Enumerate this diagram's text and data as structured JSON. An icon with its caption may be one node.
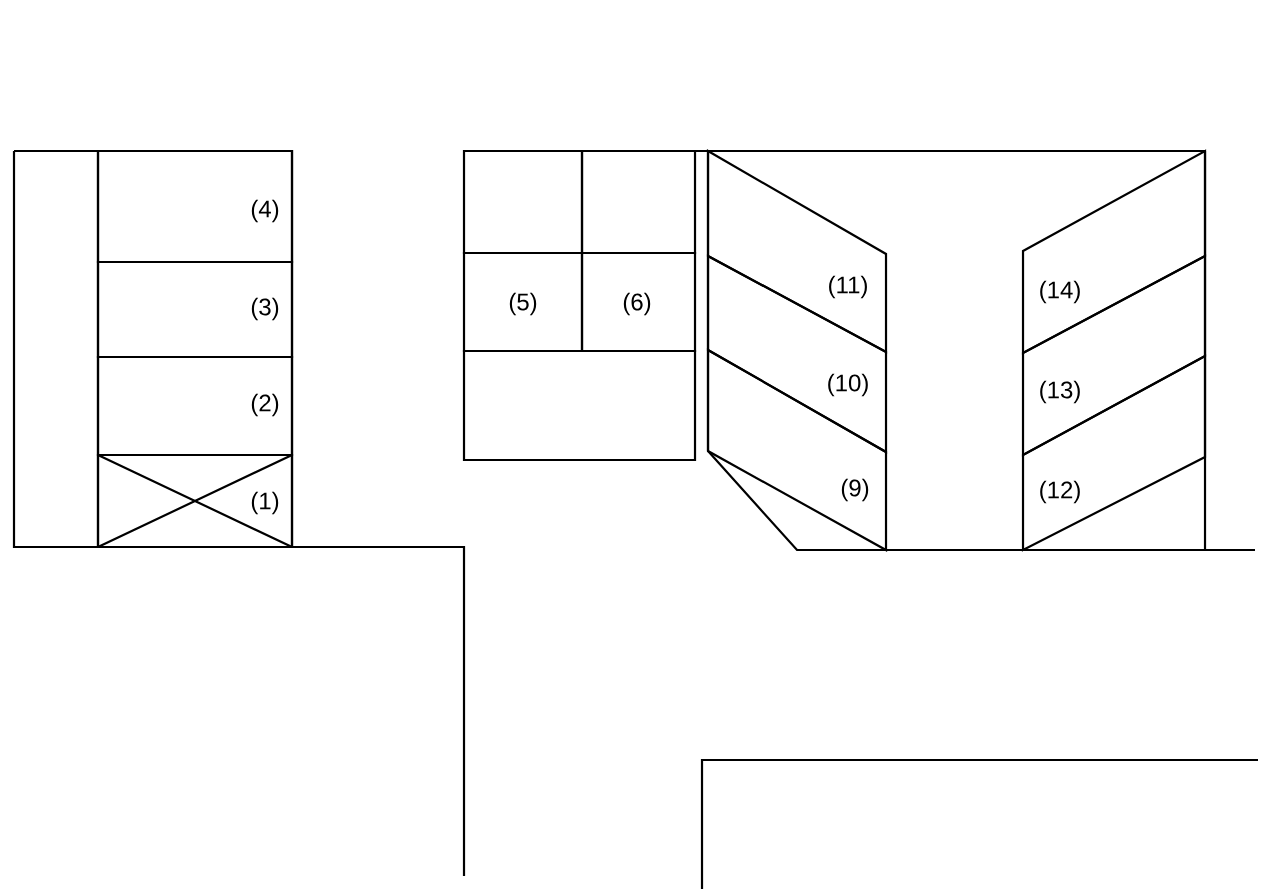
{
  "diagram": {
    "nodes": [
      {
        "text": [
          "(4)"
        ]
      },
      {
        "text": [
          "(3)"
        ]
      },
      {
        "text": [
          "(2)"
        ]
      },
      {
        "text": [
          "(1)"
        ]
      },
      {
        "text": [],
        "shape": "box"
      },
      {
        "text": [],
        "shape": "box"
      },
      {
        "text": [
          "(5)"
        ]
      },
      {
        "text": [
          "(6)"
        ]
      },
      {
        "text": [],
        "shape": "box"
      },
      {
        "text": [
          "(11)"
        ]
      },
      {
        "text": [
          "(10)"
        ]
      },
      {
        "text": [
          "(9)"
        ]
      },
      {
        "text": [
          "(14)"
        ]
      },
      {
        "text": [
          "(13)"
        ]
      },
      {
        "text": [
          "(12)"
        ]
      }
    ]
  }
}
